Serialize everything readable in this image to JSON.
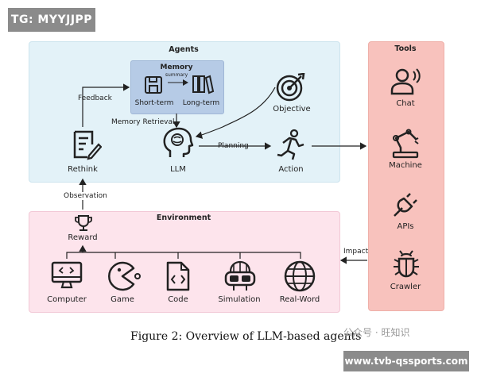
{
  "watermark_tag": "TG: MYYJJPP",
  "agents": {
    "title": "Agents",
    "memory": {
      "title": "Memory",
      "subtitle": "summary",
      "short_term": "Short-term",
      "long_term": "Long-term"
    },
    "feedback": "Feedback",
    "memory_retrieval": "Memory Retrieval",
    "objective": "Objective",
    "planning": "Planning",
    "rethink": "Rethink",
    "llm": "LLM",
    "action": "Action"
  },
  "observation": "Observation",
  "impact": "Impact",
  "environment": {
    "title": "Environment",
    "reward": "Reward",
    "items": [
      "Computer",
      "Game",
      "Code",
      "Simulation",
      "Real-Word"
    ]
  },
  "tools": {
    "title": "Tools",
    "items": [
      "Chat",
      "Machine",
      "APIs",
      "Crawler"
    ]
  },
  "caption": "Figure 2: Overview of LLM-based agents",
  "wechat_mark": "公众号 · 旺知识",
  "site_mark": "www.tvb-qssports.com"
}
